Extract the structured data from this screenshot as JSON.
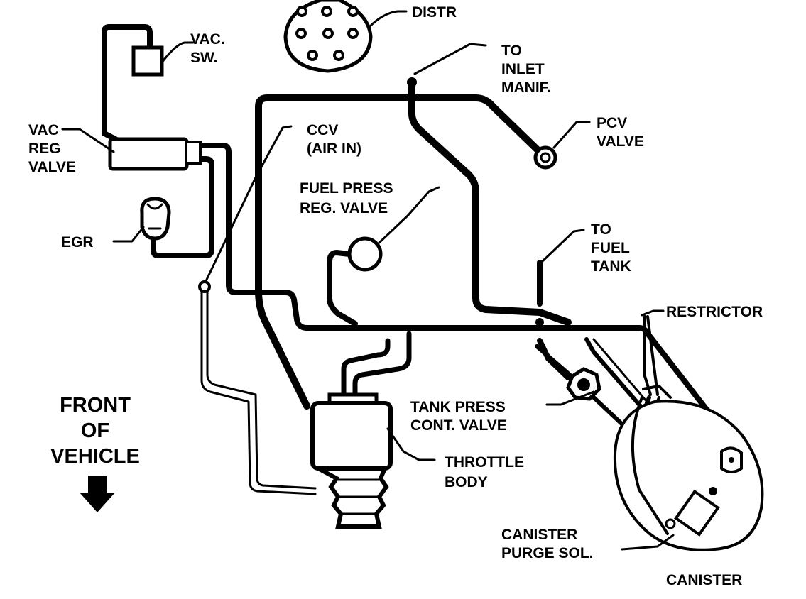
{
  "labels": {
    "distr": "DISTR",
    "vac_sw": [
      "VAC.",
      "SW."
    ],
    "to_inlet_manif": [
      "TO",
      "INLET",
      "MANIF."
    ],
    "pcv_valve": [
      "PCV",
      "VALVE"
    ],
    "vac_reg_valve": [
      "VAC",
      "REG",
      "VALVE"
    ],
    "ccv": [
      "CCV",
      "(AIR IN)"
    ],
    "fuel_press_reg_valve": [
      "FUEL PRESS",
      "REG. VALVE"
    ],
    "egr": "EGR",
    "to_fuel_tank": [
      "TO",
      "FUEL",
      "TANK"
    ],
    "restrictor": "RESTRICTOR",
    "tank_press_cont_valve": [
      "TANK PRESS",
      "CONT. VALVE"
    ],
    "front_of_vehicle": [
      "FRONT",
      "OF",
      "VEHICLE"
    ],
    "throttle_body": [
      "THROTTLE",
      "BODY"
    ],
    "canister_purge_sol": [
      "CANISTER",
      "PURGE SOL."
    ],
    "canister": "CANISTER"
  },
  "colors": {
    "ink": "#000000",
    "paper": "#ffffff"
  },
  "icons": {
    "front_arrow": "arrow-down-icon"
  }
}
